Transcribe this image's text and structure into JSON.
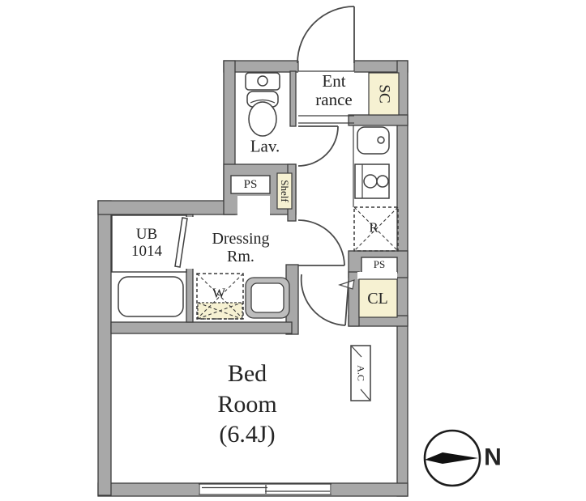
{
  "labels": {
    "entrance_l1": "Ent",
    "entrance_l2": "rance",
    "shoe_closet": "SC",
    "lavatory": "Lav.",
    "pipe_space_upper": "PS",
    "shelf": "Shelf",
    "unit_bath_l1": "UB",
    "unit_bath_l2": "1014",
    "dressing_l1": "Dressing",
    "dressing_l2": "Rm.",
    "washer": "W",
    "refrigerator": "R",
    "pipe_space_lower": "PS",
    "closet": "CL",
    "bedroom_l1": "Bed",
    "bedroom_l2": "Room",
    "bedroom_l3": "(6.4J)",
    "air_conditioner": "A.C",
    "compass_north": "N"
  },
  "colors": {
    "wall_gray": "#a8a8a8",
    "accent_yellow": "#f6f1d2",
    "outline": "#3c3c3c"
  }
}
